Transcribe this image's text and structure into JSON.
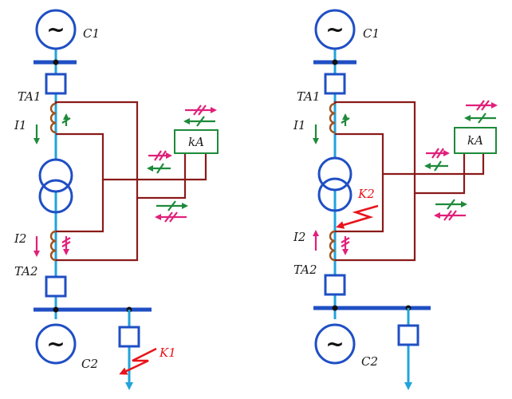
{
  "colors": {
    "bus": "#1f4fc4",
    "line": "#21a3dc",
    "secondary_wire": "#8b1a1a",
    "ct_coil": "#a0521c",
    "current_green": "#1e8a3a",
    "current_pink": "#e0207a",
    "fault_red": "#e8141b",
    "relay_box": "#1e8a3a"
  },
  "icons": {
    "generator": "circle-with-tilde",
    "transformer": "two-overlapping-circles",
    "breaker": "square",
    "current_transformer": "coil-semicircles",
    "fault": "lightning-zigzag-arrow"
  },
  "left": {
    "gen_top_symbol": "~",
    "gen_top_label": "C1",
    "ta1_label": "TA1",
    "i1_label": "I1",
    "relay_label": "kA",
    "i2_label": "I2",
    "ta2_label": "TA2",
    "gen_bottom_symbol": "~",
    "gen_bottom_label": "C2",
    "fault_label": "K1"
  },
  "right": {
    "gen_top_symbol": "~",
    "gen_top_label": "C1",
    "ta1_label": "TA1",
    "i1_label": "I1",
    "relay_label": "kA",
    "fault_label": "K2",
    "i2_label": "I2",
    "ta2_label": "TA2",
    "gen_bottom_symbol": "~",
    "gen_bottom_label": "C2"
  }
}
